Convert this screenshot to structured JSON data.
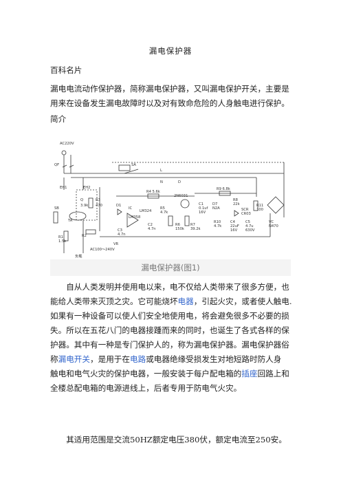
{
  "title": "漏电保护器",
  "label": "百科名片",
  "intro_lines": [
    "漏电电流动作保护器，简称漏电保护器，又叫漏电保护开关，主要是",
    "用来在设备发生漏电故障时以及对有致命危险的人身触电进行保护。"
  ],
  "section": "简介",
  "figure": {
    "caption": "漏电保护器(图1)",
    "labels": {
      "ac220": "AC220V",
      "qf": "QF",
      "sa": "SA",
      "l": "L",
      "n": "N",
      "eh1": "EH1",
      "eh2": "EH2",
      "sb": "SB",
      "q": "Q",
      "q_v": "3.9k",
      "r3": "R3",
      "r3v": "470",
      "d1": "D1",
      "r4": "R4 5.6k",
      "d": "D",
      "zn": "2N6031",
      "c1": "C1",
      "c1v": "0.1uf",
      "c1v2": "16V",
      "d7": "D7",
      "d7v": "N2A",
      "r9": "R9 6.8k",
      "r8": "R8",
      "r8v": "22k",
      "scr": "SCR",
      "scrv": "CR03",
      "r11": "R11",
      "r11v": "100",
      "vc": "VC",
      "vcv": "N470",
      "ta": "TA",
      "r1": "R1",
      "r1v": "1.5k",
      "r2": "R2",
      "c2": "C2",
      "c2v": "4.7n",
      "r5": "R5",
      "r5v": "4.7k",
      "r6": "R6",
      "r6v": "150k",
      "r7": "R7",
      "r7v": "39.2k",
      "r10": "R10",
      "r10v": "4.7k",
      "c4": "C4",
      "c4v": "22uF",
      "c4v2": "16V",
      "c5": "C5",
      "c5v": "4.7u",
      "c5v2": "630V",
      "vr": "VR",
      "c3": "C3",
      "c3v": "4.7n",
      "lm": "IC",
      "lm2": "LM358",
      "lm3": "LM324",
      "load": "负载",
      "ac_range": "AC100～240V"
    }
  },
  "body1_lines": [
    [
      {
        "t": "自从人类发明并使用电以来，电不仅给人类带来了很多方便，也"
      }
    ],
    [
      {
        "t": "能给人类带来灭顶之灾。它可能烧坏"
      },
      {
        "t": "电器",
        "link": true
      },
      {
        "t": "，引起火灾，或者使人触电."
      }
    ],
    [
      {
        "t": "如果有一种设备可以使人们安全地使用电，将会避免很多不必要的损"
      }
    ],
    [
      {
        "t": "失。所以在五花八门的电器接踵而来的同时，也诞生了各式各样的保"
      }
    ],
    [
      {
        "t": "护器。其中有一种是专门保护人的，称为漏电保护器。漏电保护器俗"
      }
    ],
    [
      {
        "t": "称"
      },
      {
        "t": "漏电开关",
        "link": true
      },
      {
        "t": "，是用于在"
      },
      {
        "t": "电路",
        "link": true
      },
      {
        "t": "或电器绝缘受损发生对地短路时防人身"
      }
    ],
    [
      {
        "t": "触电和电气火灾的保护电器，一般安装于每户配电箱的"
      },
      {
        "t": "插座",
        "link": true
      },
      {
        "t": "回路上和"
      }
    ],
    [
      {
        "t": "全楼总配电箱的电源进线上，后者专用于防电气火灾。"
      }
    ]
  ],
  "body2": "其适用范围是交流50HZ额定电压380伏，额定电流至250安。",
  "colors": {
    "link": "#3366cc",
    "caption_bg": "#f4f4f4",
    "caption_text": "#777777",
    "text": "#222222"
  }
}
